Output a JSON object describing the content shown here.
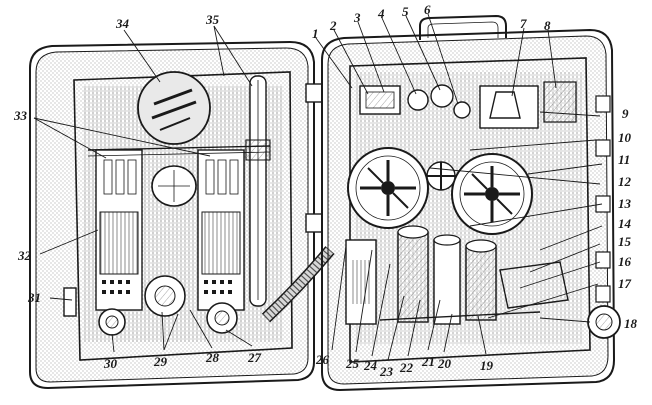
{
  "figure": {
    "callouts": [
      "1",
      "2",
      "3",
      "4",
      "5",
      "6",
      "7",
      "8",
      "9",
      "10",
      "11",
      "12",
      "13",
      "14",
      "15",
      "16",
      "17",
      "18",
      "19",
      "20",
      "21",
      "22",
      "23",
      "24",
      "25",
      "26",
      "27",
      "28",
      "29",
      "30",
      "31",
      "32",
      "33",
      "34",
      "35"
    ]
  }
}
